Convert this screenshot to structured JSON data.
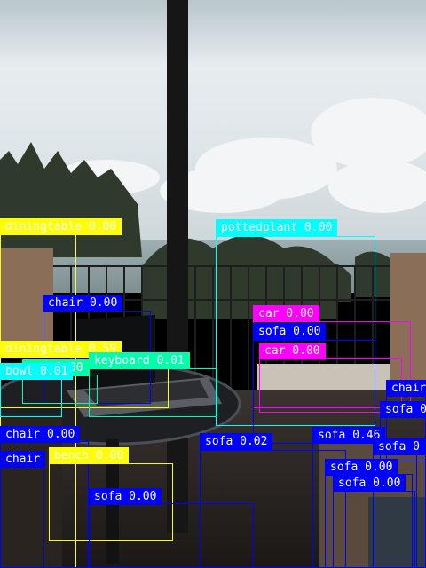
{
  "detections": [
    {
      "label": "diningtable 0.00",
      "color": "#ffff00",
      "text": "#ffffff"
    },
    {
      "label": "pottedplant 0.00",
      "color": "#00ffff",
      "text": "#ffffff"
    },
    {
      "label": "chair 0.00",
      "color": "#0000ff",
      "text": "#ffffff"
    },
    {
      "label": "car 0.00",
      "color": "#ff00ff",
      "text": "#ffffff"
    },
    {
      "label": "sofa 0.00",
      "color": "#0000ff",
      "text": "#ffffff"
    },
    {
      "label": "car 0.00",
      "color": "#ff00ff",
      "text": "#ffffff"
    },
    {
      "label": "diningtable 0.59",
      "color": "#ffff00",
      "text": "#ffffff"
    },
    {
      "label": "cup 0.00",
      "color": "#00ffaa",
      "text": "#ffffff"
    },
    {
      "label": "keyboard 0.01",
      "color": "#00ffaa",
      "text": "#ffffff"
    },
    {
      "label": "bowl 0.01",
      "color": "#00ffff",
      "text": "#ffffff"
    },
    {
      "label": "chair",
      "color": "#0000ff",
      "text": "#ffffff"
    },
    {
      "label": "sofa 0",
      "color": "#0000ff",
      "text": "#ffffff"
    },
    {
      "label": "chair 0.00",
      "color": "#0000ff",
      "text": "#ffffff"
    },
    {
      "label": "sofa 0.02",
      "color": "#0000ff",
      "text": "#ffffff"
    },
    {
      "label": "sofa 0.46",
      "color": "#0000ff",
      "text": "#ffffff"
    },
    {
      "label": "sofa 0",
      "color": "#0000ff",
      "text": "#ffffff"
    },
    {
      "label": "chair",
      "color": "#0000ff",
      "text": "#ffffff"
    },
    {
      "label": "bench 0.00",
      "color": "#ffff00",
      "text": "#ffffff"
    },
    {
      "label": "sofa 0.00",
      "color": "#0000ff",
      "text": "#ffffff"
    },
    {
      "label": "sofa 0.00",
      "color": "#0000ff",
      "text": "#ffffff"
    },
    {
      "label": "sofa 0.00",
      "color": "#0000ff",
      "text": "#ffffff"
    }
  ]
}
